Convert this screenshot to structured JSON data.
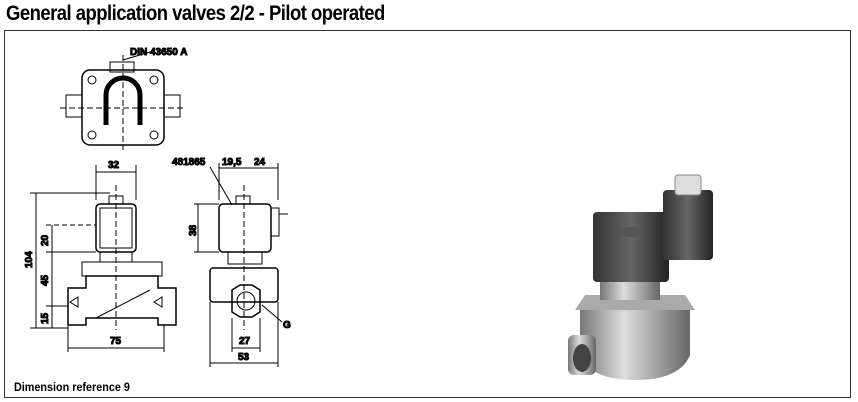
{
  "title": "General application valves 2/2 - Pilot operated",
  "footer": "Dimension reference 9",
  "drawing": {
    "connector_label": "DIN 43650 A",
    "part_number": "481865",
    "dims": {
      "coil_width": "32",
      "coil_offset": "19,5",
      "connector_offset": "24",
      "total_height": "104",
      "coil_center": "20",
      "body_height": "45",
      "port_height": "15",
      "coil_height": "38",
      "body_length": "75",
      "port_width": "27",
      "body_width": "53",
      "thread": "G"
    }
  }
}
